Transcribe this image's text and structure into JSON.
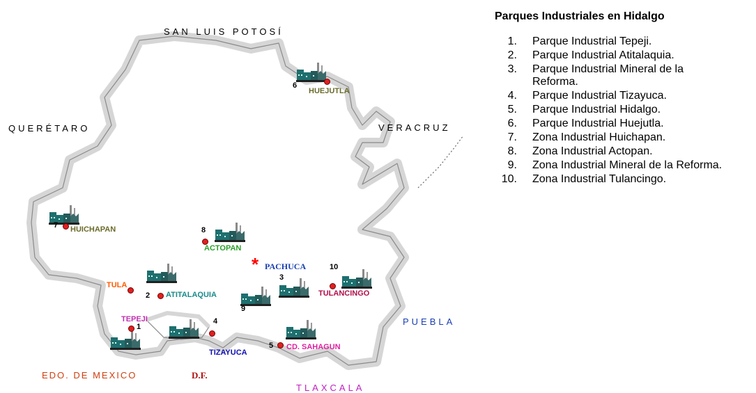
{
  "legend": {
    "title": "Parques Industriales en Hidalgo",
    "items": [
      {
        "number": "1.",
        "text": "Parque Industrial Tepeji."
      },
      {
        "number": "2.",
        "text": "Parque Industrial Atitalaquia."
      },
      {
        "number": "3.",
        "text": "Parque Industrial Mineral de la Reforma."
      },
      {
        "number": "4.",
        "text": "Parque Industrial Tizayuca."
      },
      {
        "number": "5.",
        "text": "Parque Industrial Hidalgo."
      },
      {
        "number": "6.",
        "text": "Parque Industrial Huejutla."
      },
      {
        "number": "7.",
        "text": "Zona Industrial Huichapan."
      },
      {
        "number": "8.",
        "text": "Zona Industrial Actopan."
      },
      {
        "number": "9.",
        "text": "Zona Industrial Mineral de la Reforma."
      },
      {
        "number": "10.",
        "text": "Zona Industrial Tulancingo."
      }
    ]
  },
  "neighbors": {
    "san_luis_potosi": "SAN LUIS POTOSÍ",
    "queretaro": "QUERÉTARO",
    "veracruz": "VERACRUZ",
    "puebla": "PUEBLA",
    "tlaxcala": "TLAXCALA",
    "edo_mexico": "EDO. DE MEXICO",
    "df": "D.F."
  },
  "capital": {
    "name": "PACHUCA",
    "symbol": "*"
  },
  "cities": {
    "huejutla": "HUEJUTLA",
    "huichapan": "HUICHAPAN",
    "actopan": "ACTOPAN",
    "tula": "TULA",
    "atitalaquia": "ATITALAQUIA",
    "tulancingo": "TULANCINGO",
    "tepeji": "TEPEJI",
    "tizayuca": "TIZAYUCA",
    "cd_sahagun": "CD. SAHAGUN"
  },
  "markers": {
    "m1": "1",
    "m2": "2",
    "m3": "3",
    "m4": "4",
    "m5": "5",
    "m6": "6",
    "m7": "7",
    "m8": "8",
    "m9": "9",
    "m10": "10"
  },
  "colors": {
    "border_fill": "#d6d6d6",
    "border_line": "#8a8a8a",
    "capital": "#1a3fb0",
    "capital_star": "#ff0000",
    "dot": "#e02020",
    "huejutla": "#6b6b2a",
    "huichapan": "#6b6b2a",
    "actopan": "#2aa02a",
    "tula": "#ff5a00",
    "atitalaquia": "#1a8a8a",
    "tulancingo": "#b0104a",
    "tepeji": "#c030b0",
    "tizayuca": "#1010b0",
    "cd_sahagun": "#e020a0",
    "edo_mexico": "#d04010",
    "df": "#b01010",
    "tlaxcala": "#c020c0",
    "puebla": "#1a3fb0",
    "factory": "#1f6f6f"
  }
}
